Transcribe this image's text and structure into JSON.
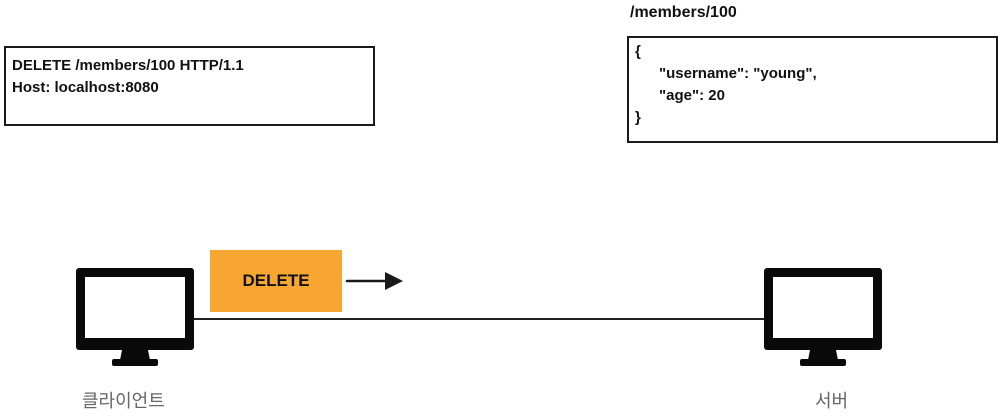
{
  "request": {
    "line1": "DELETE /members/100 HTTP/1.1",
    "line2": "Host: localhost:8080"
  },
  "resource": {
    "path": "/members/100",
    "json_lines": [
      "{",
      "\"username\": \"young\",",
      "\"age\": 20",
      "}"
    ]
  },
  "method_badge": {
    "label": "DELETE",
    "color": "#f7a632"
  },
  "client": {
    "label": "클라이언트",
    "icon": "computer-icon"
  },
  "server": {
    "label": "서버",
    "icon": "computer-icon"
  }
}
